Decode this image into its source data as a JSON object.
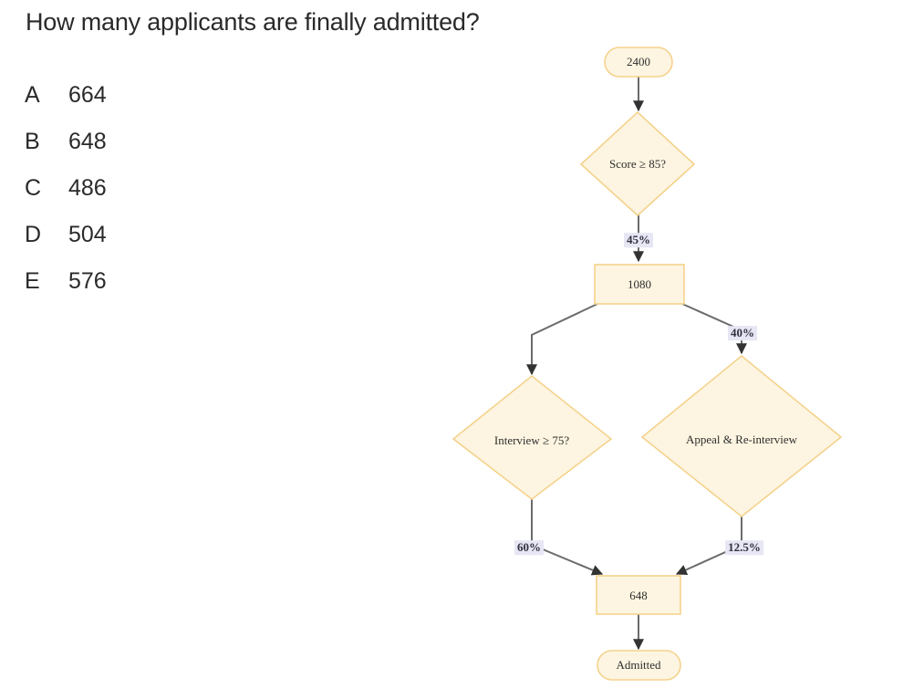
{
  "question": {
    "title": "How many applicants are finally admitted?",
    "options": [
      {
        "letter": "A",
        "text": "664"
      },
      {
        "letter": "B",
        "text": "648"
      },
      {
        "letter": "C",
        "text": "486"
      },
      {
        "letter": "D",
        "text": "504"
      },
      {
        "letter": "E",
        "text": "576"
      }
    ]
  },
  "colors": {
    "node_fill": "#fdf5e1",
    "node_stroke": "#f5d28c",
    "edge_stroke": "#6b6b6b",
    "edge_label_bg": "#e6e6f4",
    "text": "#2e2e2e",
    "background": "#ffffff"
  },
  "flowchart": {
    "type": "flowchart",
    "direction": "top-down",
    "nodes": [
      {
        "id": "start",
        "label": "2400",
        "shape": "stadium"
      },
      {
        "id": "score",
        "label": "Score ≥ 85?",
        "shape": "diamond"
      },
      {
        "id": "pass",
        "label": "1080",
        "shape": "rectangle"
      },
      {
        "id": "interview",
        "label": "Interview ≥ 75?",
        "shape": "diamond"
      },
      {
        "id": "appeal",
        "label": "Appeal & Re-interview",
        "shape": "diamond"
      },
      {
        "id": "final",
        "label": "648",
        "shape": "rectangle"
      },
      {
        "id": "admitted",
        "label": "Admitted",
        "shape": "stadium"
      }
    ],
    "edges": [
      {
        "from": "start",
        "to": "score",
        "label": ""
      },
      {
        "from": "score",
        "to": "pass",
        "label": "45%"
      },
      {
        "from": "pass",
        "to": "interview",
        "label": ""
      },
      {
        "from": "pass",
        "to": "appeal",
        "label": "40%"
      },
      {
        "from": "interview",
        "to": "final",
        "label": "60%"
      },
      {
        "from": "appeal",
        "to": "final",
        "label": "12.5%"
      },
      {
        "from": "final",
        "to": "admitted",
        "label": ""
      }
    ]
  }
}
